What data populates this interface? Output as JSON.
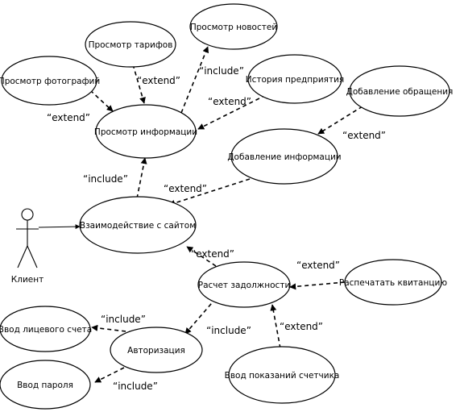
{
  "actor": {
    "label": "Клиент"
  },
  "use_cases": {
    "photos": "Просмотр фотографий",
    "tariffs": "Просмотр тарифов",
    "news": "Просмотр новостей",
    "history": "История предприятия",
    "add_request": "Добавление обращения",
    "view_info": "Просмотр информации",
    "add_info": "Добавление информации",
    "interaction": "Взаимодействие с сайтом",
    "debt": "Расчет задолжности",
    "print_receipt": "Распечатать квитанцию",
    "account_input": "Ввод лицевого счета",
    "authorization": "Авторизация",
    "password_input": "Ввод пароля",
    "meter_input": "Ввод показаний счетчика"
  },
  "relations": {
    "extend_photos": "“extend”",
    "extend_tariffs": "“extend”",
    "include_news": "“include”",
    "extend_history": "“extend”",
    "extend_add_request": "“extend”",
    "include_view_info": "“include”",
    "extend_add_info": "“extend”",
    "extend_debt": "“extend”",
    "extend_print_receipt": "“extend”",
    "include_account": "“include”",
    "include_authorization": "“include”",
    "extend_meter": "“extend”",
    "include_password": "“include”"
  }
}
